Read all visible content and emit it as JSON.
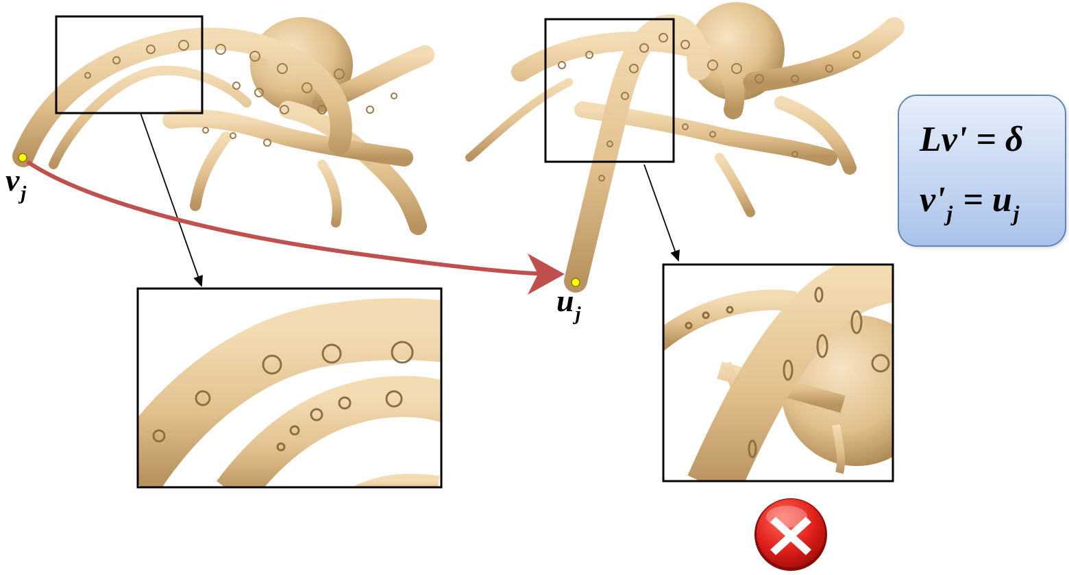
{
  "labels": {
    "source_vertex": {
      "main": "v",
      "sub": "j"
    },
    "target_vertex": {
      "main": "u",
      "sub": "j"
    }
  },
  "equations": {
    "line1": "Lv' = δ",
    "line2_main": "v'",
    "line2_sub": "j",
    "line2_rest": " = u",
    "line2_sub2": "j"
  },
  "colors": {
    "mesh": "#e8c99a",
    "mesh_shadow": "#b8935f",
    "arrow": "#c0504d",
    "point": "#ffff00",
    "box_border": "#000000",
    "equation_box": "#c6d7f1",
    "cross": "#e0201b"
  },
  "icons": {
    "result": "cross-icon"
  }
}
